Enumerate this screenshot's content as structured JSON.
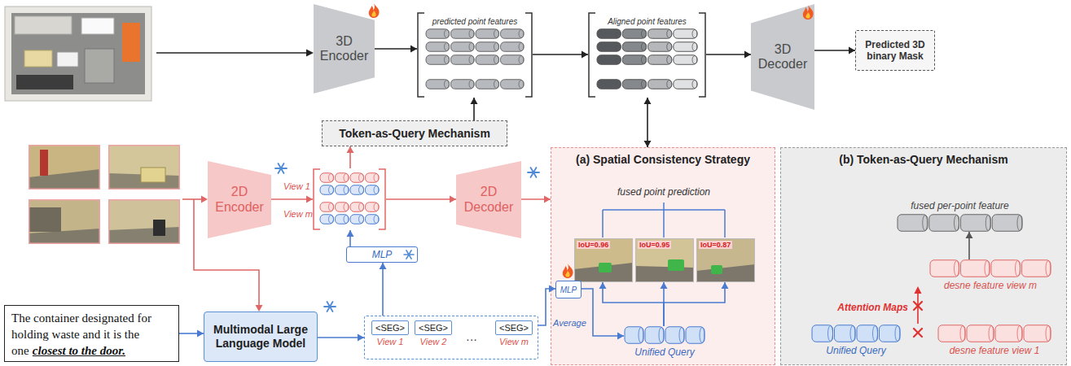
{
  "diagram": {
    "nodes": [
      {
        "text": [
          "3D Encoder"
        ]
      },
      {
        "text": [
          "predicted point features"
        ]
      },
      {
        "text": [
          "Aligned point features"
        ]
      },
      {
        "text": [
          "3D Decoder"
        ]
      },
      {
        "text": [
          "Predicted 3D binary Mask"
        ]
      },
      {
        "text": [
          "Token-as-Query Mechanism"
        ]
      },
      {
        "text": [
          "2D Encoder"
        ]
      },
      {
        "text": [
          "View 1",
          "View m"
        ]
      },
      {
        "text": [
          "MLP"
        ]
      },
      {
        "text": [
          "2D Decoder"
        ]
      },
      {
        "text": [
          "(a) Spatial Consistency Strategy"
        ]
      },
      {
        "text": [
          "IoU=0.96"
        ],
        "in": 10
      },
      {
        "text": [
          "IoU=0.95"
        ],
        "in": 10
      },
      {
        "text": [
          "IoU=0.87"
        ],
        "in": 10
      },
      {
        "text": [
          "Unified Query"
        ],
        "in": 10
      },
      {
        "text": [
          "MLP"
        ],
        "in": 10
      },
      {
        "text": [
          "(b) Token-as-Query Mechanism"
        ]
      },
      {
        "text": [
          "fused per-point feature"
        ],
        "in": 16
      },
      {
        "text": [
          "desne feature view m"
        ],
        "in": 16
      },
      {
        "text": [
          "Unified Query"
        ],
        "in": 16
      },
      {
        "text": [
          "desne feature view 1"
        ],
        "in": 16
      },
      {
        "text": [
          "The container designated for holding waste and it is the one",
          "closest to the door."
        ]
      },
      {
        "text": [
          "Multimodal Large Language Model"
        ]
      },
      {
        "text": [
          "···"
        ]
      },
      {
        "text": [
          "<SEG>",
          "View 1"
        ],
        "in": 23
      },
      {
        "text": [
          "<SEG>",
          "View 2"
        ],
        "in": 23
      },
      {
        "text": [
          "<SEG>",
          "View m"
        ],
        "in": 23
      }
    ],
    "edges": [
      {
        "from": 0,
        "to": 1,
        "arrow": "to"
      },
      {
        "from": 1,
        "to": 2,
        "arrow": "to"
      },
      {
        "from": 2,
        "to": 3,
        "arrow": "to"
      },
      {
        "from": 3,
        "to": 4,
        "arrow": "to"
      },
      {
        "from": 5,
        "to": 1,
        "arrow": "to"
      },
      {
        "from": 7,
        "to": 5,
        "arrow": "to"
      },
      {
        "from": 6,
        "to": 7,
        "arrow": "to"
      },
      {
        "from": 7,
        "to": 9,
        "arrow": "to"
      },
      {
        "from": 8,
        "to": 7,
        "arrow": "to"
      },
      {
        "from": 9,
        "to": 10,
        "arrow": "to"
      },
      {
        "from": 2,
        "to": 10,
        "arrow": "both"
      },
      {
        "from": 21,
        "to": 22,
        "arrow": "to"
      },
      {
        "from": 22,
        "to": 23,
        "arrow": "to"
      },
      {
        "from": 23,
        "to": 8,
        "arrow": "to"
      },
      {
        "from": 23,
        "to": 15,
        "arrow": "to"
      },
      {
        "from": 15,
        "to": 14,
        "label": "Average",
        "arrow": "to"
      },
      {
        "from": 14,
        "to": 11,
        "arrow": "to"
      },
      {
        "from": 14,
        "to": 12,
        "arrow": "to"
      },
      {
        "from": 14,
        "to": 13,
        "arrow": "to"
      },
      {
        "from": 18,
        "to": 17,
        "arrow": "to"
      }
    ],
    "labels": [
      "fused point prediction",
      "Attention Maps"
    ]
  }
}
